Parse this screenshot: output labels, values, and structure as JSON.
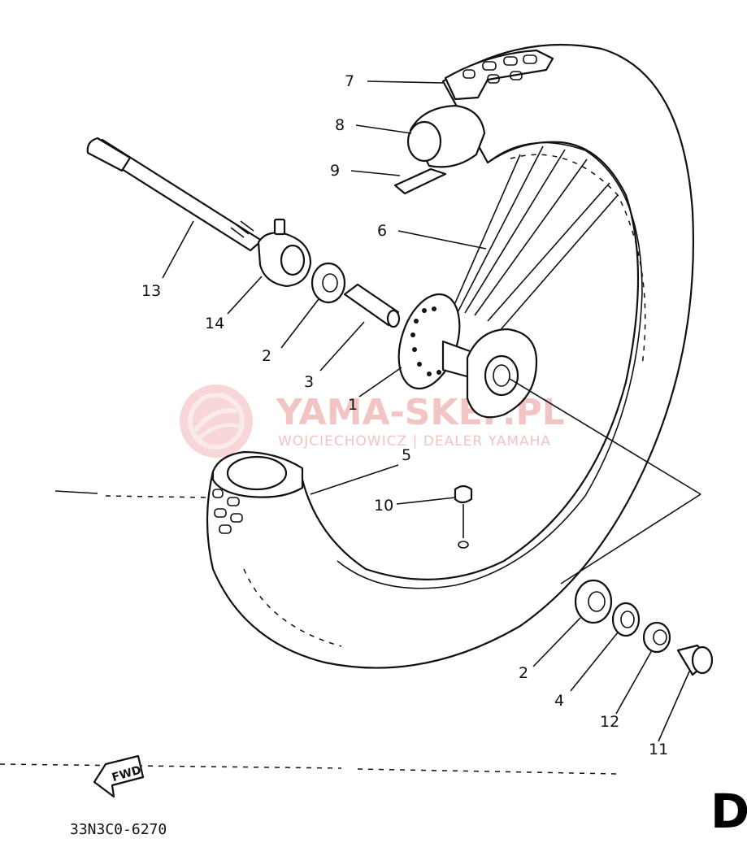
{
  "diagram": {
    "callouts": {
      "c1": "1",
      "c2a": "2",
      "c2b": "2",
      "c3": "3",
      "c4": "4",
      "c5": "5",
      "c6": "6",
      "c7": "7",
      "c8": "8",
      "c9": "9",
      "c10": "10",
      "c11": "11",
      "c12": "12",
      "c13": "13",
      "c14": "14"
    },
    "fwd_label": "FWD",
    "part_code": "33N3C0-6270",
    "corner_mark": "D",
    "watermark": {
      "title": "YAMA-SKEP.PL",
      "subtitle": "WOJCIECHOWICZ | DEALER YAMAHA",
      "color": "#f2c4c4"
    }
  }
}
